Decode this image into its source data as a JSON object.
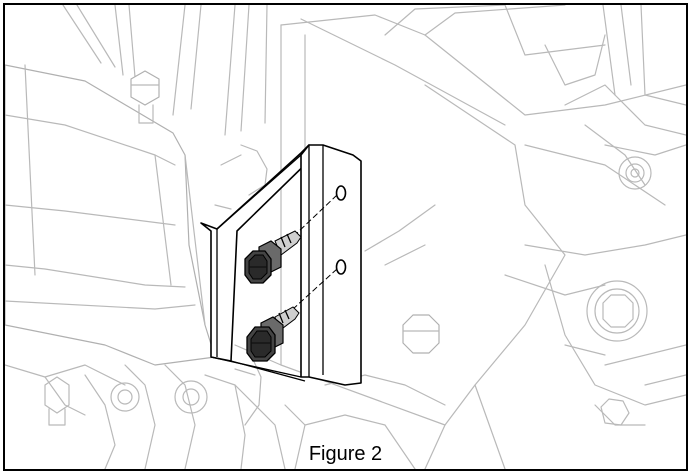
{
  "figure": {
    "caption": "Figure 2"
  },
  "colors": {
    "border": "#000000",
    "ghost_lines": "#b9b9b9",
    "fastener": "#444444"
  },
  "parts": {
    "highlighted": [
      "mounting-bracket",
      "upper-bolt",
      "lower-bolt"
    ],
    "icons": [
      "bracket-icon",
      "hex-bolt-icon",
      "hex-nut-icon"
    ]
  }
}
